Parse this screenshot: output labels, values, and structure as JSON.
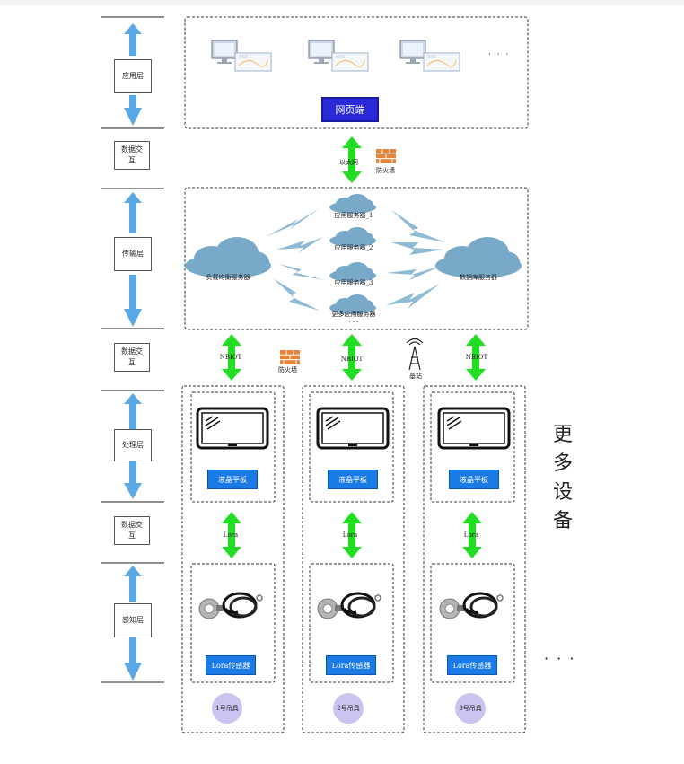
{
  "layers": {
    "application": "应用层",
    "transport": "传输层",
    "processing": "处理层",
    "perception": "感知层",
    "data_exchange": "数据交互"
  },
  "web": {
    "button": "网页端",
    "ellipsis": "· · ·"
  },
  "links": {
    "ethernet": "以太网",
    "firewall": "防火墙",
    "nbiot": "NBIOT",
    "base_station": "基站",
    "lora": "Lora"
  },
  "servers": {
    "load_balancer": "负载均衡服务器",
    "database": "数据库服务器",
    "app1": "应用服务器_1",
    "app2": "应用服务器_2",
    "app3": "应用服务器_3",
    "more": "更多应用服务器",
    "ellipsis": "· · ·"
  },
  "devices": [
    {
      "panel": "液晶平板",
      "sensor": "Lora传感器",
      "label": "1号吊具"
    },
    {
      "panel": "液晶平板",
      "sensor": "Lora传感器",
      "label": "2号吊具"
    },
    {
      "panel": "液晶平板",
      "sensor": "Lora传感器",
      "label": "3号吊具"
    }
  ],
  "more_devices": [
    "更",
    "多",
    "设",
    "备"
  ],
  "more_ellipsis": "· · ·",
  "colors": {
    "layer_arrow": "#5aa9e6",
    "green_arrow": "#22dd22",
    "cloud": "#79a9c9",
    "bolt": "#8fbad4",
    "button_blue": "#1a7ae6",
    "web_button": "#2a2ad8",
    "device_circle": "#c9c4f0"
  }
}
